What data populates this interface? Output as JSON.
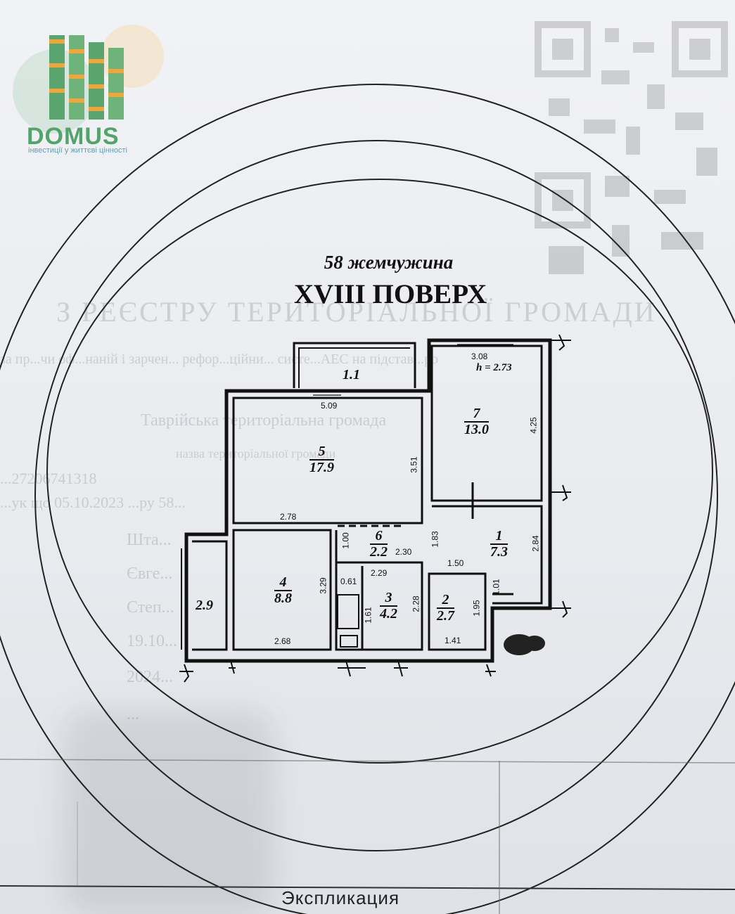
{
  "logo": {
    "word": "DOMUS",
    "tagline": "інвестиції у життєві цінності"
  },
  "plan": {
    "address_title": "58 жемчужина",
    "floor_title": "XVIII ПОВЕРХ",
    "ceiling_height": "h = 2.73",
    "rooms": [
      {
        "num": "1",
        "area": "7.3"
      },
      {
        "num": "2",
        "area": "2.7"
      },
      {
        "num": "3",
        "area": "4.2"
      },
      {
        "num": "4",
        "area": "8.8"
      },
      {
        "num": "5",
        "area": "17.9"
      },
      {
        "num": "6",
        "area": "2.2"
      },
      {
        "num": "7",
        "area": "13.0"
      }
    ],
    "balcony_label": "1.1",
    "loggia_label": "2.9",
    "dimensions": {
      "d308": "3.08",
      "d425": "4.25",
      "d509": "5.09",
      "d351": "3.51",
      "d278": "2.78",
      "d100": "1.00",
      "d230": "2.30",
      "d183": "1.83",
      "d284": "2.84",
      "d150": "1.50",
      "d229": "2.29",
      "d061": "0.61",
      "d329": "3.29",
      "d228": "2.28",
      "d161": "1.61",
      "d101": "1.01",
      "d195": "1.95",
      "d268": "2.68",
      "d141": "1.41"
    }
  },
  "background_text": {
    "registry": "З РЕЄСТРУ ТЕРИТОРІАЛЬНОЇ ГРОМАДИ",
    "line2": "за пр...чи оф...наній і зарчен... рефор...ційни... систе...АЕС на підстав...ро",
    "line3": "Таврійська територіальна громада",
    "line4": "назва територіальної громади",
    "line5": "...27206741318",
    "line6": "...ук що 05.10.2023 ...ру 58...",
    "cells": [
      "Шта...",
      "Євге...",
      "Степ...",
      "19.10...",
      "2024...",
      "..."
    ]
  },
  "footer": {
    "explication": "Экспликация"
  },
  "colors": {
    "logo_green": "#55a36c",
    "logo_orange": "#f0a63a",
    "ink": "#111111"
  }
}
